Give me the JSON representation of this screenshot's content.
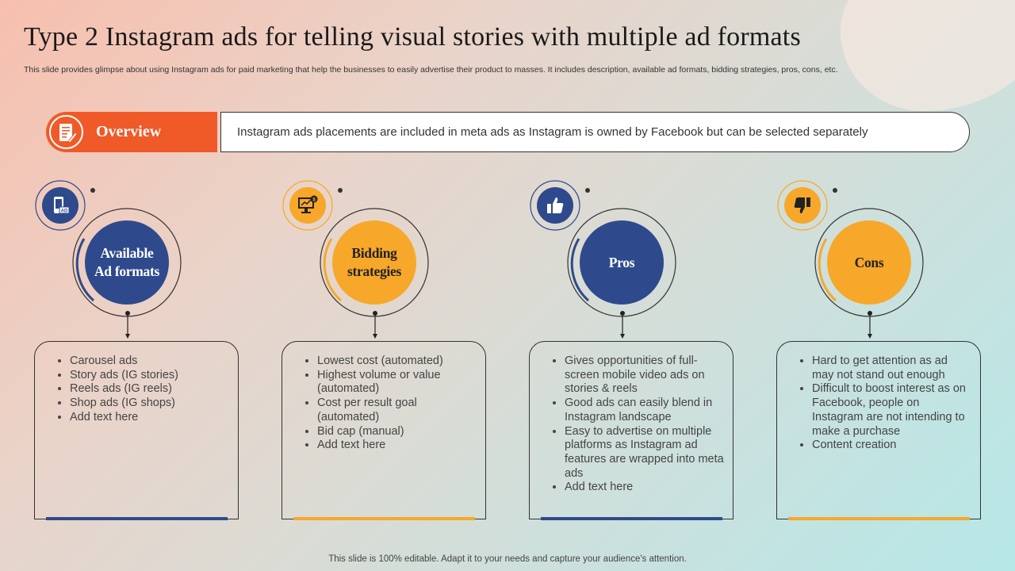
{
  "title": "Type 2 Instagram ads for telling visual stories with multiple ad formats",
  "subtitle": "This slide provides glimpse about using Instagram ads for paid marketing that help the businesses to easily advertise their product to  masses. It includes description, available ad formats, bidding strategies, pros, cons, etc.",
  "overview": {
    "label": "Overview",
    "icon": "document-edit-icon",
    "text": "Instagram ads placements are included in meta ads as Instagram  is owned by Facebook but can be selected separately"
  },
  "colors": {
    "blue": "#2e4a8c",
    "orange": "#f7a82a",
    "accent": "#ef5a28"
  },
  "sections": [
    {
      "heading_line1": "Available",
      "heading_line2": "Ad formats",
      "icon": "mobile-ad-icon",
      "items": [
        "Carousel ads",
        "Story ads (IG stories)",
        "Reels ads (IG reels)",
        "Shop ads (IG shops)",
        "Add text here"
      ]
    },
    {
      "heading_line1": "Bidding",
      "heading_line2": "strategies",
      "icon": "bidding-strategy-icon",
      "items": [
        "Lowest cost (automated)",
        "Highest volume or value (automated)",
        "Cost per result goal (automated)",
        "Bid cap (manual)",
        "Add text here"
      ]
    },
    {
      "heading_line1": "Pros",
      "heading_line2": "",
      "icon": "thumbs-up-icon",
      "items": [
        "Gives opportunities of full-screen mobile video ads on stories & reels",
        "Good ads can easily blend in Instagram landscape",
        "Easy to advertise on multiple platforms as Instagram ad features are wrapped into meta ads",
        "Add text here"
      ]
    },
    {
      "heading_line1": "Cons",
      "heading_line2": "",
      "icon": "thumbs-down-icon",
      "items": [
        "Hard to get attention as ad may not stand out enough",
        "Difficult to boost interest as on Facebook, people on Instagram are not intending to make a purchase",
        "Content creation"
      ]
    }
  ],
  "footer": "This slide is 100% editable. Adapt it to your needs and capture your audience's attention."
}
